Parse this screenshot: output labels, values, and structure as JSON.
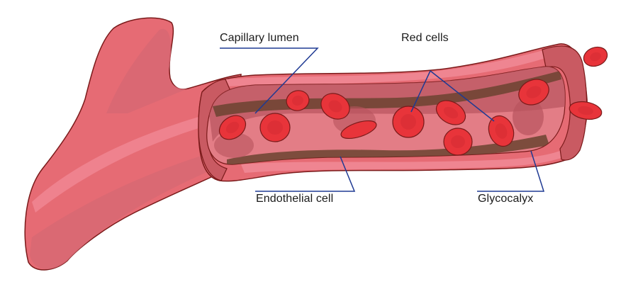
{
  "title": "Capillary cross-section illustration",
  "labels": {
    "capillary_lumen": "Capillary lumen",
    "red_cells": "Red cells",
    "endothelial_cell": "Endothelial cell",
    "glycocalyx": "Glycocalyx"
  },
  "colors": {
    "vessel_outer": "#e66b74",
    "vessel_shade": "#d76873",
    "vessel_highlight": "#ef8591",
    "vessel_outline": "#7a1a1a",
    "vessel_rim": "#c95a62",
    "lumen": "#e37d86",
    "lumen_dark": "#b8545e",
    "glycocalyx": "#6b4330",
    "red_cell": "#e8343a",
    "red_cell_center": "#d92e35",
    "leader_line": "#1f3a93"
  }
}
